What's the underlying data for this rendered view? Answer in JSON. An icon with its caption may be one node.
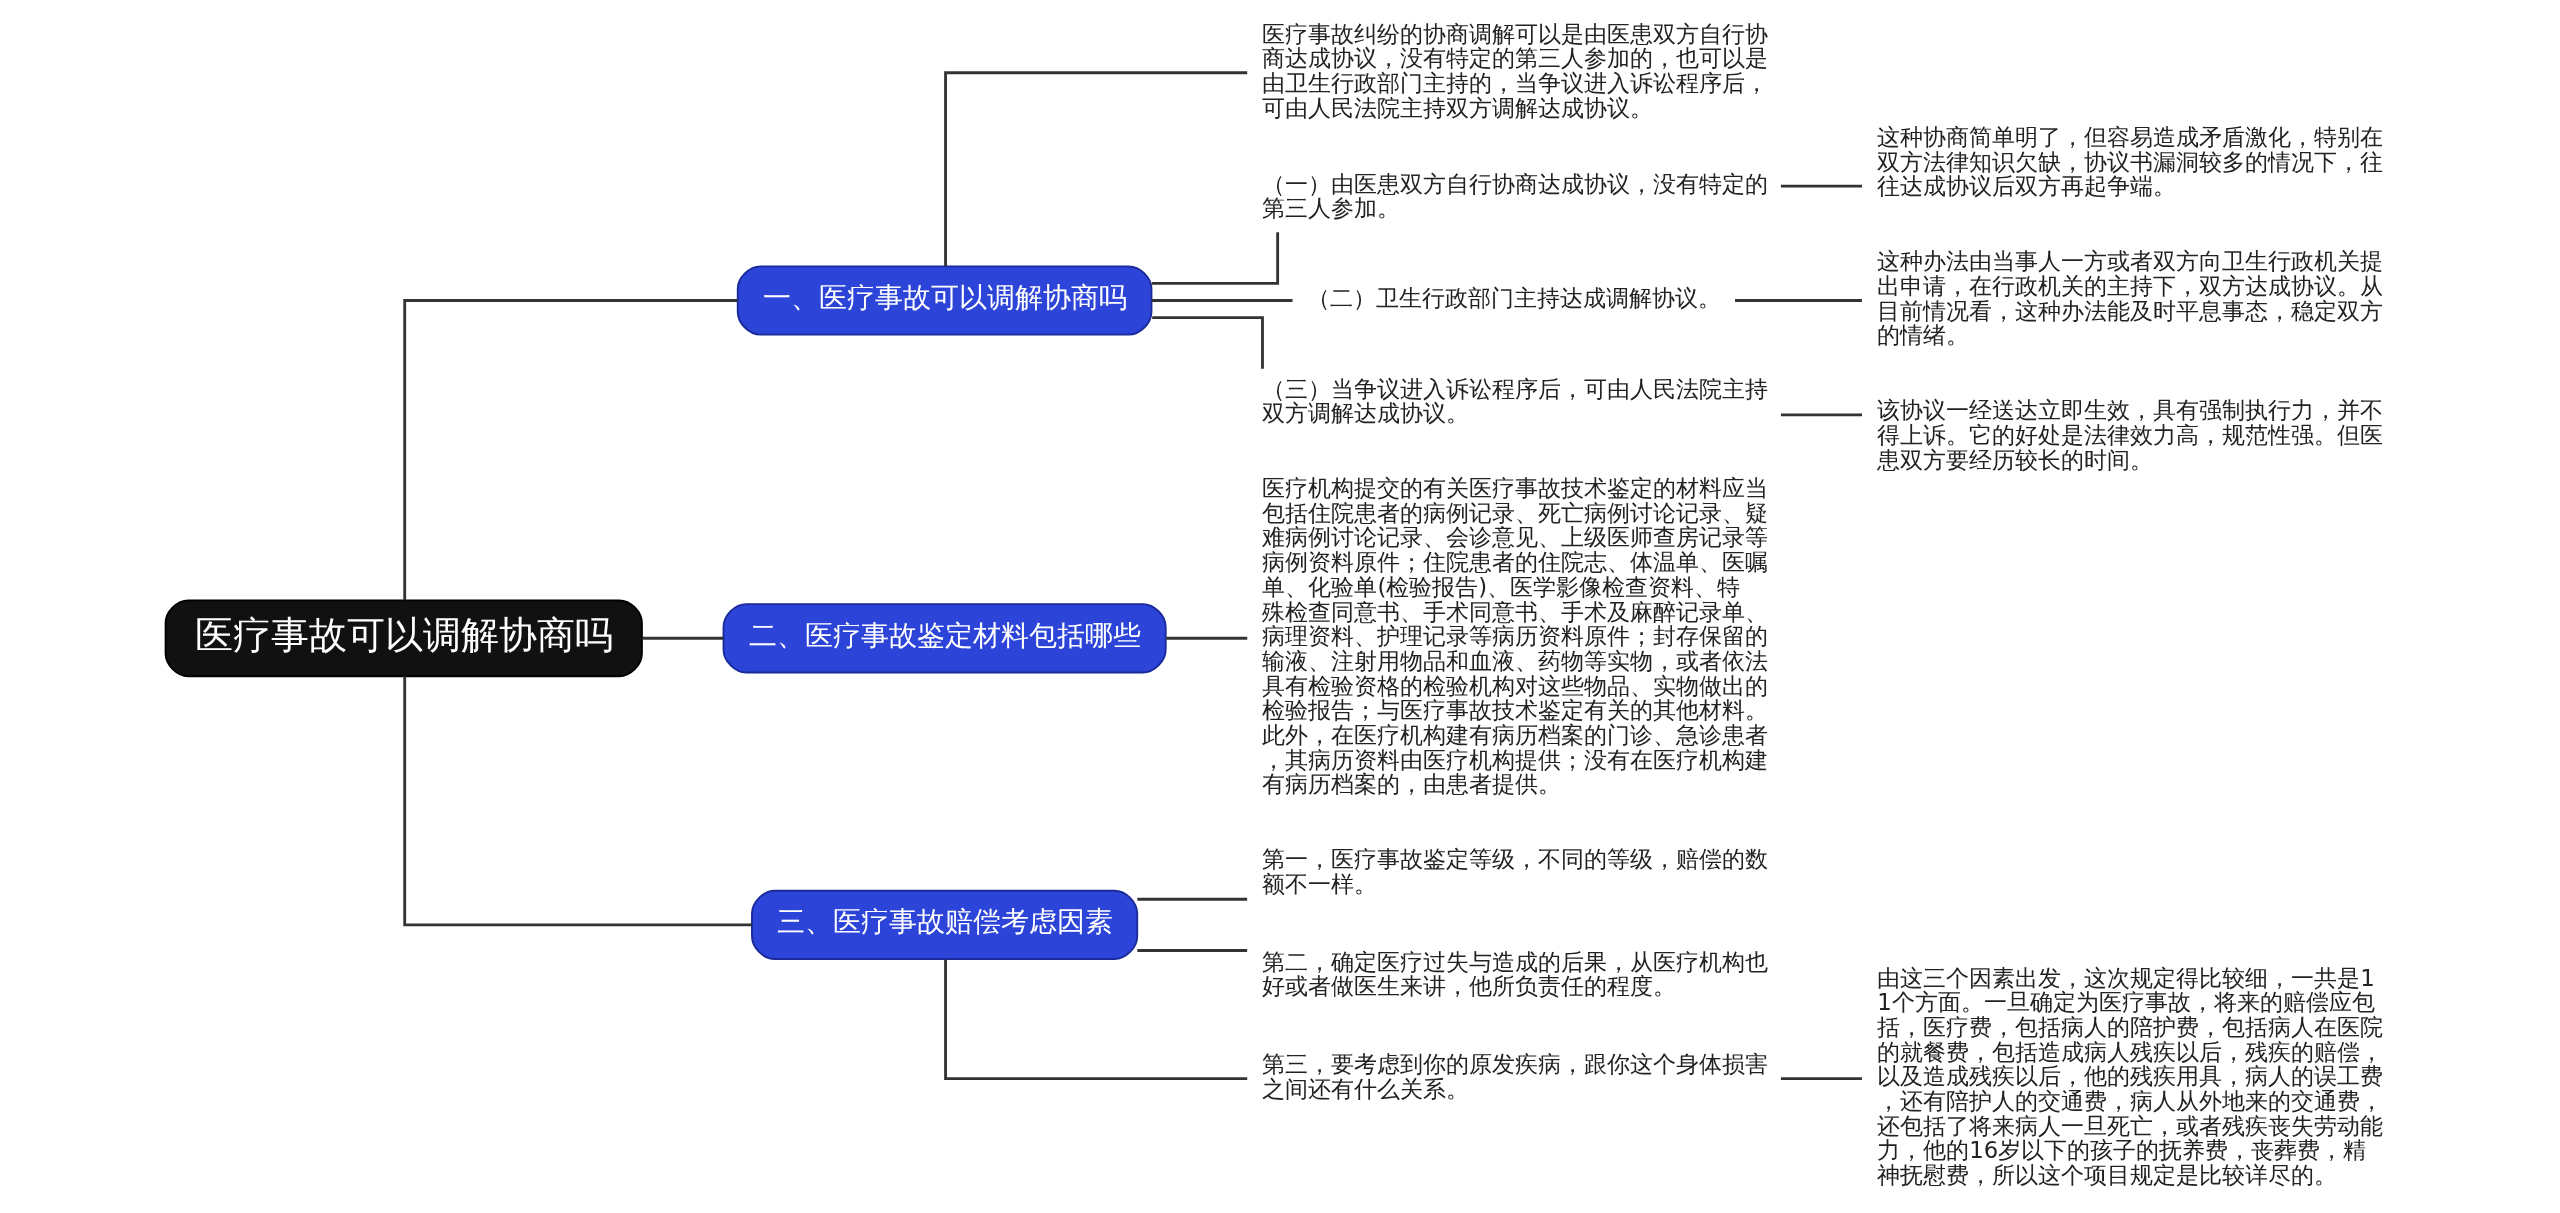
{
  "diagram": {
    "nodes": [
      {
        "text": [
          "医疗事故可以调解协商吗"
        ]
      },
      {
        "text": [
          "一、医疗事故可以调解协商吗"
        ]
      },
      {
        "text": [
          "医疗事故纠纷的协商调解可以是由医患双方自行协商达成协议，没有特定的第三人参加的，也可以是由卫生行政部门主持的，当争议进入诉讼程序后，可由人民法院主持双方调解达成协议。"
        ]
      },
      {
        "text": [
          "（一）由医患双方自行协商达成协议，没有特定的第三人参加。"
        ]
      },
      {
        "text": [
          "这种协商简单明了，但容易造成矛盾激化，特别在双方法律知识欠缺，协议书漏洞较多的情况下，往往达成协议后双方再起争端。"
        ]
      },
      {
        "text": [
          "（二）卫生行政部门主持达成调解协议。"
        ]
      },
      {
        "text": [
          "这种办法由当事人一方或者双方向卫生行政机关提出申请，在行政机关的主持下，双方达成协议。从目前情况看，这种办法能及时平息事态，稳定双方的情绪。"
        ]
      },
      {
        "text": [
          "（三）当争议进入诉讼程序后，可由人民法院主持双方调解达成协议。"
        ]
      },
      {
        "text": [
          "该协议一经送达立即生效，具有强制执行力，并不得上诉。它的好处是法律效力高，规范性强。但医患双方要经历较长的时间。"
        ]
      },
      {
        "text": [
          "二、医疗事故鉴定材料包括哪些"
        ]
      },
      {
        "text": [
          "医疗机构提交的有关医疗事故技术鉴定的材料应当包括住院患者的病例记录、死亡病例讨论记录、疑难病例讨论记录、会诊意见、上级医师查房记录等病例资料原件；住院患者的住院志、体温单、医嘱单、化验单(检验报告)、医学影像检查资料、特殊检查同意书、手术同意书、手术及麻醉记录单、病理资料、护理记录等病历资料原件；封存保留的输液、注射用物品和血液、药物等实物，或者依法具有检验资格的检验机构对这些物品、实物做出的检验报告；与医疗事故技术鉴定有关的其他材料。此外，在医疗机构建有病历档案的门诊、急诊患者，其病历资料由医疗机构提供；没有在医疗机构建有病历档案的，由患者提供。"
        ]
      },
      {
        "text": [
          "三、医疗事故赔偿考虑因素"
        ]
      },
      {
        "text": [
          "第一，医疗事故鉴定等级，不同的等级，赔偿的数额不一样。"
        ]
      },
      {
        "text": [
          "第二，确定医疗过失与造成的后果，从医疗机构也好或者做医生来讲，他所负责任的程度。"
        ]
      },
      {
        "text": [
          "第三，要考虑到你的原发疾病，跟你这个身体损害之间还有什么关系。"
        ]
      },
      {
        "text": [
          "由这三个因素出发，这次规定得比较细，一共是11个方面。一旦确定为医疗事故，将来的赔偿应包括，医疗费，包括病人的陪护费，包括病人在医院的就餐费，包括造成病人残疾以后，残疾的赔偿，以及造成残疾以后，他的残疾用具，病人的误工费，还有陪护人的交通费，病人从外地来的交通费，还包括了将来病人一旦死亡，或者残疾丧失劳动能力，他的16岁以下的孩子的抚养费，丧葬费，精神抚慰费，所以这个项目规定是比较详尽的。"
        ]
      }
    ],
    "edges": [
      {
        "from": 0,
        "to": 1,
        "arrow": "none"
      },
      {
        "from": 1,
        "to": 2,
        "arrow": "none"
      },
      {
        "from": 1,
        "to": 3,
        "arrow": "none"
      },
      {
        "from": 3,
        "to": 4,
        "arrow": "none"
      },
      {
        "from": 1,
        "to": 5,
        "arrow": "none"
      },
      {
        "from": 5,
        "to": 6,
        "arrow": "none"
      },
      {
        "from": 1,
        "to": 7,
        "arrow": "none"
      },
      {
        "from": 7,
        "to": 8,
        "arrow": "none"
      },
      {
        "from": 0,
        "to": 9,
        "arrow": "none"
      },
      {
        "from": 9,
        "to": 10,
        "arrow": "none"
      },
      {
        "from": 0,
        "to": 11,
        "arrow": "none"
      },
      {
        "from": 11,
        "to": 12,
        "arrow": "none"
      },
      {
        "from": 11,
        "to": 13,
        "arrow": "none"
      },
      {
        "from": 11,
        "to": 14,
        "arrow": "none"
      },
      {
        "from": 14,
        "to": 15,
        "arrow": "none"
      }
    ]
  }
}
